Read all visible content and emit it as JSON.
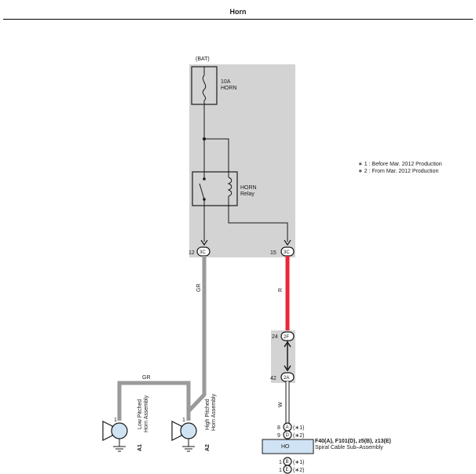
{
  "title": "Horn",
  "colors": {
    "relay_box": "#d3d3d3",
    "wire_gr": "#9a9a9a",
    "wire_r": "#e8283a",
    "wire_w": "#ffffff",
    "connector_fill": "#cfe3f4"
  },
  "legend": [
    "∗ 1 : Before Mar.  2012 Production",
    "∗ 2 : From Mar.  2012 Production"
  ],
  "bat_label": "(BAT)",
  "fuse": {
    "amp": "10A",
    "name": "HORN"
  },
  "relay": {
    "line1": "HORN",
    "line2": "Relay"
  },
  "terminals": {
    "left": {
      "pin": "12",
      "code": "3C"
    },
    "right": {
      "pin": "15",
      "code": "3C"
    },
    "junction_top": {
      "pin": "24",
      "code": "2F"
    },
    "junction_bottom": {
      "pin": "42",
      "code": "2A"
    }
  },
  "wires": {
    "gr_vertical": "GR",
    "gr_horizontal": "GR",
    "r": "R",
    "w": "W"
  },
  "horns": {
    "low": {
      "pin": "1",
      "id": "A1",
      "line1": "Low Pitched",
      "line2": "Horn Assembly"
    },
    "high": {
      "pin": "1",
      "id": "A2",
      "line1": "High Pitched",
      "line2": "Horn Assembly"
    }
  },
  "spiral": {
    "pins_top": [
      {
        "pin": "8",
        "code": "A",
        "note": "(∗1)"
      },
      {
        "pin": "9",
        "code": "D",
        "note": "(∗2)"
      }
    ],
    "pins_bottom": [
      {
        "pin": "1",
        "code": "B",
        "note": "(∗1)"
      },
      {
        "pin": "1",
        "code": "E",
        "note": "(∗2)"
      }
    ],
    "block_label": "HO",
    "ids": "F40(A), F101(D), z5(B), z13(E)",
    "name": "Spiral Cable Sub–Assembly"
  }
}
